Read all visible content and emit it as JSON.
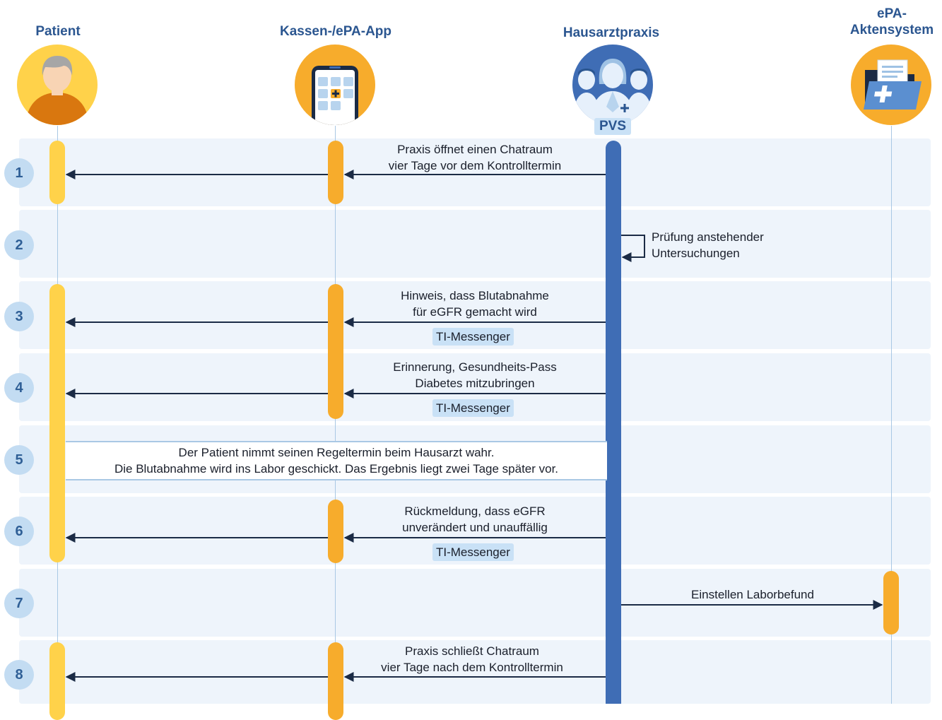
{
  "actors": {
    "patient": "Patient",
    "app": "Kassen-/ePA-App",
    "practice": "Hausarztpraxis",
    "practice_badge": "PVS",
    "epa_line1": "ePA-",
    "epa_line2": "Aktensystem"
  },
  "steps": [
    "1",
    "2",
    "3",
    "4",
    "5",
    "6",
    "7",
    "8"
  ],
  "messages": {
    "step1": [
      "Praxis öffnet einen Chatraum",
      "vier Tage vor dem Kontrolltermin"
    ],
    "step2": [
      "Prüfung anstehender",
      "Untersuchungen"
    ],
    "step3": [
      "Hinweis, dass Blutabnahme",
      "für eGFR gemacht wird"
    ],
    "step4": [
      "Erinnerung, Gesundheits-Pass",
      "Diabetes mitzubringen"
    ],
    "step5": [
      "Der Patient nimmt seinen Regeltermin beim Hausarzt wahr.",
      "Die Blutabnahme wird ins Labor geschickt. Das Ergebnis liegt zwei Tage später vor."
    ],
    "step6": [
      "Rückmeldung, dass eGFR",
      "unverändert und unauffällig"
    ],
    "step7": "Einstellen Laborbefund",
    "step8": [
      "Praxis schließt Chatraum",
      "vier Tage nach dem Kontrolltermin"
    ]
  },
  "channel_tag": "TI-Messenger",
  "colors": {
    "band": "#eef4fb",
    "step_circle": "#c3dcf2",
    "patient_bar": "#ffd24a",
    "app_bar": "#f7ac2c",
    "practice_bar": "#3f6db5",
    "arrow": "#1b2b45",
    "actor_label": "#2b5690"
  },
  "icons": [
    "patient-avatar-icon",
    "app-phone-icon",
    "doctor-team-icon",
    "epa-folder-icon"
  ]
}
